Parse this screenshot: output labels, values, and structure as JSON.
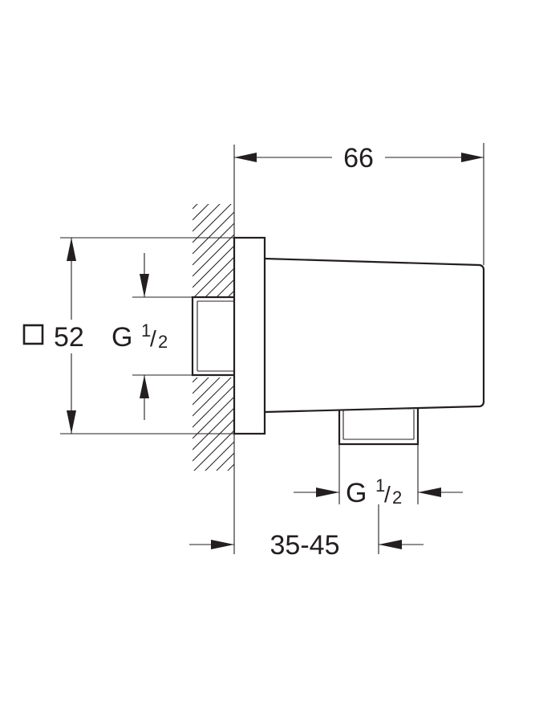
{
  "drawing": {
    "dimensions": {
      "overall_depth": "66",
      "square_size": "52",
      "wall_range": "35-45",
      "inlet_thread": {
        "prefix": "G",
        "numerator": "1",
        "separator": "/",
        "denominator": "2"
      },
      "outlet_thread": {
        "prefix": "G",
        "numerator": "1",
        "separator": "/",
        "denominator": "2"
      }
    },
    "symbols": {
      "square_symbol": "square-icon"
    },
    "colors": {
      "line": "#231f20",
      "background": "#ffffff"
    }
  }
}
